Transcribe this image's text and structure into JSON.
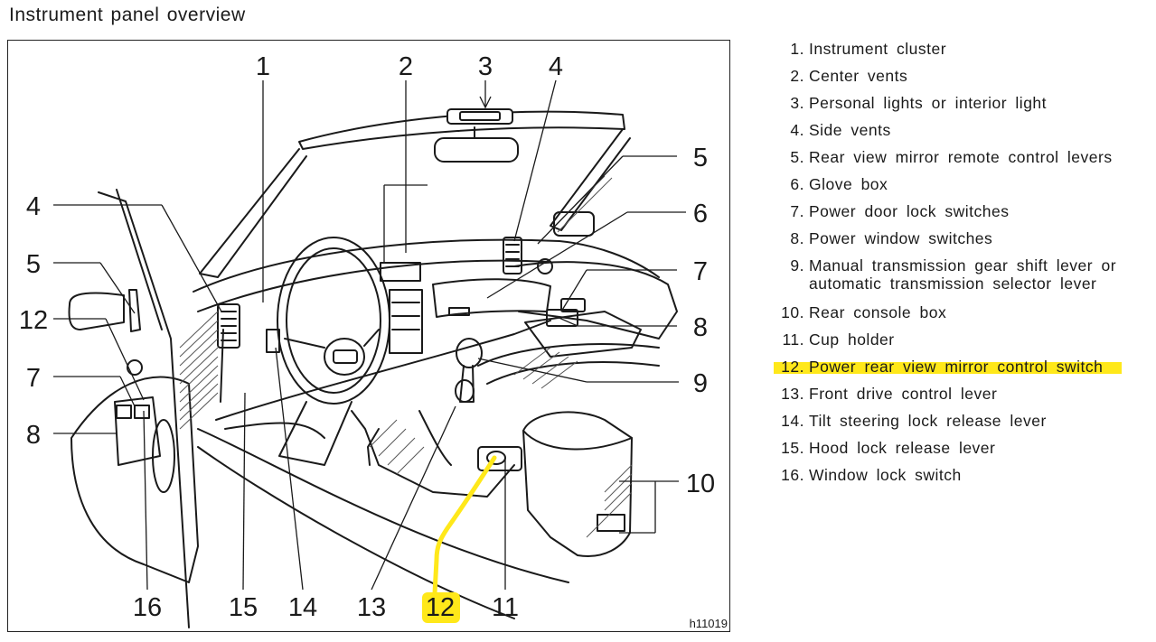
{
  "title": "Instrument panel overview",
  "figure_id": "h11019",
  "highlight_color": "#ffe81a",
  "callouts": {
    "c1": "1",
    "c2": "2",
    "c3": "3",
    "c4_top": "4",
    "c4_left": "4",
    "c5_right": "5",
    "c5_left": "5",
    "c6": "6",
    "c7_right": "7",
    "c7_left": "7",
    "c8_right": "8",
    "c8_left": "8",
    "c9": "9",
    "c10": "10",
    "c11": "11",
    "c12_left": "12",
    "c12_bottom": "12",
    "c13": "13",
    "c14": "14",
    "c15": "15",
    "c16": "16"
  },
  "legend": [
    {
      "num": "1.",
      "text": "Instrument cluster"
    },
    {
      "num": "2.",
      "text": "Center vents"
    },
    {
      "num": "3.",
      "text": "Personal lights or interior light"
    },
    {
      "num": "4.",
      "text": "Side vents"
    },
    {
      "num": "5.",
      "text": "Rear view mirror remote control levers"
    },
    {
      "num": "6.",
      "text": "Glove box"
    },
    {
      "num": "7.",
      "text": "Power door lock switches"
    },
    {
      "num": "8.",
      "text": "Power window switches"
    },
    {
      "num": "9.",
      "text": "Manual transmission gear shift lever or",
      "text2": "automatic transmission selector lever"
    },
    {
      "num": "10.",
      "text": "Rear console box"
    },
    {
      "num": "11.",
      "text": "Cup holder"
    },
    {
      "num": "12.",
      "text": "Power rear view mirror control switch"
    },
    {
      "num": "13.",
      "text": "Front drive control lever"
    },
    {
      "num": "14.",
      "text": "Tilt steering lock release lever"
    },
    {
      "num": "15.",
      "text": "Hood lock release lever"
    },
    {
      "num": "16.",
      "text": "Window lock switch"
    }
  ]
}
